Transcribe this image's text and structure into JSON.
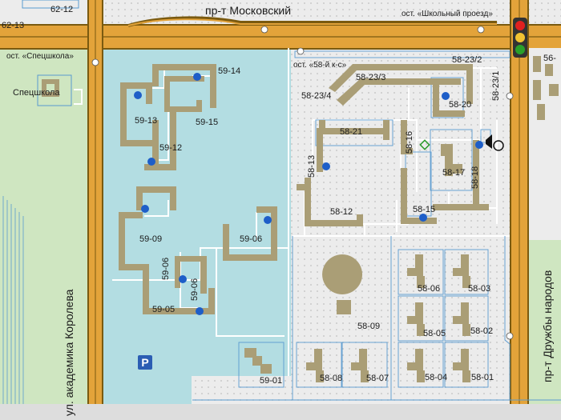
{
  "streets": {
    "moskovsky": "пр-т Московский",
    "korolev": "ул. академика Королева",
    "druzhby": "пр-т Дружбы народов"
  },
  "stops": {
    "shkolny": "ост. «Школьный проезд»",
    "spetsshkola": "ост. «Спецшкола»",
    "complex58": "ост. «58-й к-с»"
  },
  "pois": {
    "spetsshkola": "Спецшкола"
  },
  "parking_icon": "P",
  "buildings": {
    "b62_12": "62-12",
    "b62_13": "62-13",
    "b56_edge": "56-",
    "b59_14": "59-14",
    "b59_13": "59-13",
    "b59_15": "59-15",
    "b59_12": "59-12",
    "b59_09": "59-09",
    "b59_06a": "59-06",
    "b59_06b": "59-06",
    "b59_06c": "59-06",
    "b59_05": "59-05",
    "b59_01": "59-01",
    "b58_23_2": "58-23/2",
    "b58_23_3": "58-23/3",
    "b58_23_4": "58-23/4",
    "b58_23_1": "58-23/1",
    "b58_20": "58-20",
    "b58_21": "58-21",
    "b58_16": "58-16",
    "b58_17": "58-17",
    "b58_13": "58-13",
    "b58_18": "58-18",
    "b58_12": "58-12",
    "b58_15": "58-15",
    "b58_06": "58-06",
    "b58_03": "58-03",
    "b58_09": "58-09",
    "b58_05": "58-05",
    "b58_02": "58-02",
    "b58_08": "58-08",
    "b58_07": "58-07",
    "b58_04": "58-04",
    "b58_01": "58-01"
  },
  "colors": {
    "road_fill": "#e3a33a",
    "road_edge": "#7a5a10",
    "block_fill": "#b3dde2",
    "building": "#aa9e76",
    "footpath": "#ffffff",
    "stop_dot": "#1e5ec8",
    "park": "#cfe6c1"
  }
}
